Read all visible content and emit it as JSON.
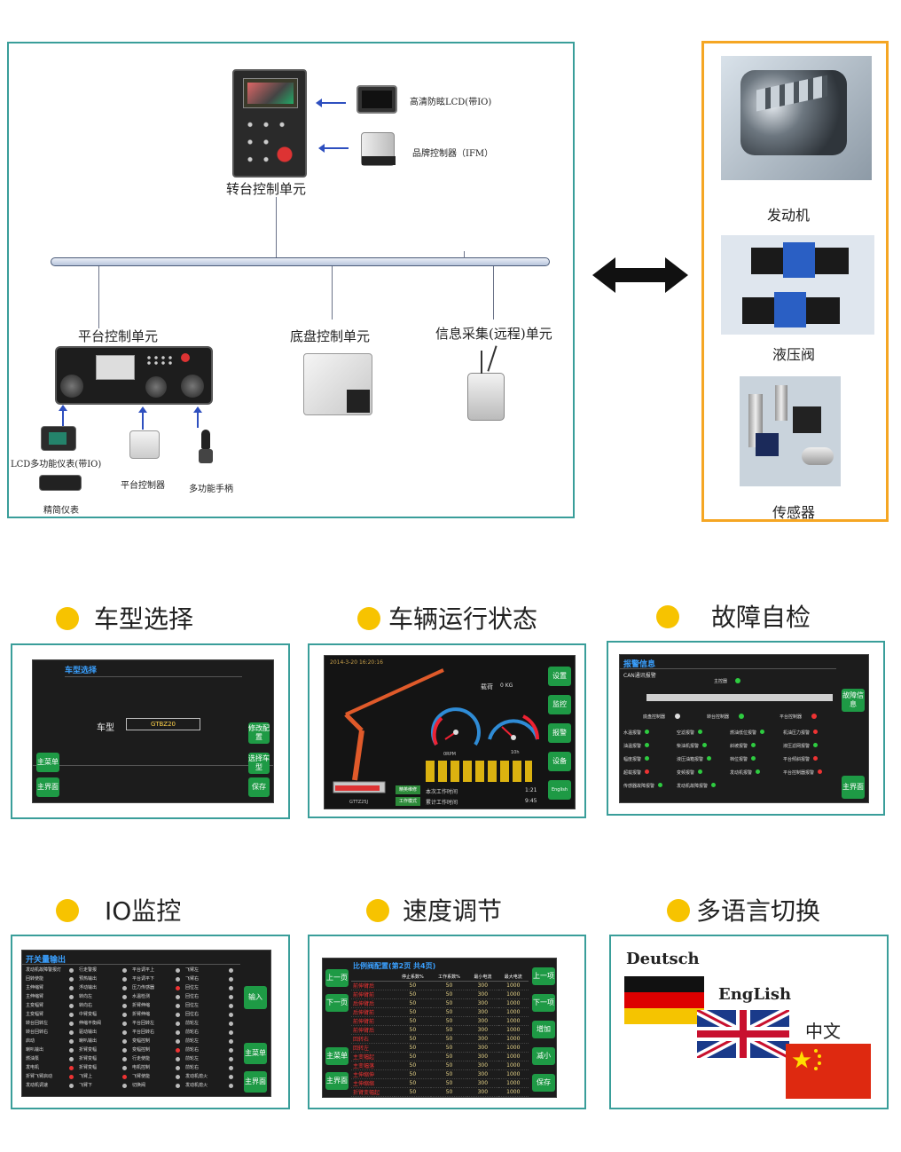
{
  "architecture": {
    "turret_unit": "转台控制单元",
    "hd_lcd": "高清防眩LCD(带IO)",
    "brand_controller": "品牌控制器（IFM）",
    "platform_unit": "平台控制单元",
    "chassis_unit": "底盘控制单元",
    "info_unit": "信息采集(远程)单元",
    "lcd_meter": "LCD多功能仪表(带IO)",
    "simple_meter": "精简仪表",
    "platform_controller": "平台控制器",
    "joystick": "多功能手柄"
  },
  "components": {
    "engine": "发动机",
    "valve": "液压阀",
    "sensor": "传感器"
  },
  "features": [
    {
      "title": "车型选择"
    },
    {
      "title": "车辆运行状态"
    },
    {
      "title": "故障自检"
    },
    {
      "title": "IO监控"
    },
    {
      "title": "速度调节"
    },
    {
      "title": "多语言切换"
    }
  ],
  "screen_model": {
    "title": "车型选择",
    "field_label": "车型",
    "field_value": "GTBZ20",
    "btn_modify": "修改配置",
    "btn_select": "选择车型",
    "btn_save": "保存",
    "btn_main_menu": "主菜单",
    "btn_main_screen": "主界面"
  },
  "screen_status": {
    "datetime": "2014-3-20 16:20:16",
    "load": "载荷",
    "load_value": "0 KG",
    "rpm_label": "0RPM",
    "gauge2": "10h",
    "model": "GTTZ25J",
    "tab1": "精英维修",
    "tab2": "工作模式",
    "work_time": "本次工作时间",
    "work_time_value": "1:21",
    "total_time": "累计工作时间",
    "total_time_value": "9:45",
    "btn_settings": "设置",
    "btn_monitor": "监控",
    "btn_alarm": "报警",
    "btn_device": "设备",
    "btn_english": "English"
  },
  "screen_fault": {
    "title": "报警信息",
    "subtitle": "CAN通讯报警",
    "btn_fault": "故障信息",
    "btn_main": "主界面",
    "node_top": "主控器",
    "node_left": "底盘控制器",
    "node_mid": "转台控制器",
    "node_right": "平台控制器",
    "items": [
      "水温报警",
      "空滤报警",
      "燃油低位报警",
      "机油压力报警",
      "油温报警",
      "柴油机报警",
      "斜坡报警",
      "液压滤网报警",
      "幅度报警",
      "液压油箱报警",
      "档位报警",
      "平台倾斜报警",
      "超载报警",
      "变频报警",
      "发动机报警",
      "平台控制器报警",
      "传感器故障报警",
      "发动机故障报警"
    ]
  },
  "screen_io": {
    "title": "开关量输出",
    "btn_input": "输入",
    "btn_main_menu": "主菜单",
    "btn_main_screen": "主界面",
    "col1": [
      "发动机故障警报灯",
      "回转使能",
      "主伸缩臂",
      "主伸缩臂",
      "主变幅臂",
      "主变幅臂",
      "转台回转左",
      "转台回转右",
      "启动",
      "喇叭输出",
      "燃油泵",
      "发电机",
      "折臂飞臂启动",
      "发动机调速"
    ],
    "col2": [
      "行走警报",
      "预热输出",
      "浮动输出",
      "转向左",
      "转向右",
      "中臂变幅",
      "伸缩平衡阀",
      "驱动输出",
      "喇叭输出",
      "折臂变幅",
      "折臂变幅",
      "折臂变幅",
      "飞臂上",
      "飞臂下"
    ],
    "col3": [
      "平台调平上",
      "平台调平下",
      "压力传感器",
      "水温检测",
      "折臂伸缩",
      "折臂伸缩",
      "平台回转左",
      "平台回转右",
      "变幅控制",
      "变幅控制",
      "行走使能",
      "电机控制",
      "飞臂使能",
      "切换阀"
    ],
    "col4": [
      "飞臂左",
      "飞臂右",
      "回位左",
      "回位右",
      "回位左",
      "回位右",
      "前轮左",
      "前轮右",
      "前轮左",
      "前轮右",
      "前轮左",
      "前轮右",
      "发动机熄火",
      "发动机熄火"
    ]
  },
  "screen_speed": {
    "title": "比例阀配置(第2页 共4页)",
    "headers": [
      "",
      "停止系数%",
      "工作系数%",
      "最小电流",
      "最大电流"
    ],
    "rows": [
      [
        "前伸臂后",
        "50",
        "50",
        "300",
        "1000"
      ],
      [
        "前伸臂前",
        "50",
        "50",
        "300",
        "1000"
      ],
      [
        "后伸臂后",
        "50",
        "50",
        "300",
        "1000"
      ],
      [
        "后伸臂前",
        "50",
        "50",
        "300",
        "1000"
      ],
      [
        "前伸臂前",
        "50",
        "50",
        "300",
        "1000"
      ],
      [
        "前伸臂后",
        "50",
        "50",
        "300",
        "1000"
      ],
      [
        "回转右",
        "50",
        "50",
        "300",
        "1000"
      ],
      [
        "回转左",
        "50",
        "50",
        "300",
        "1000"
      ],
      [
        "主变幅起",
        "50",
        "50",
        "300",
        "1000"
      ],
      [
        "主变幅落",
        "50",
        "50",
        "300",
        "1000"
      ],
      [
        "主伸缩伸",
        "50",
        "50",
        "300",
        "1000"
      ],
      [
        "主伸缩缩",
        "50",
        "50",
        "300",
        "1000"
      ],
      [
        "折臂变幅起",
        "50",
        "50",
        "300",
        "1000"
      ],
      [
        "折臂变幅落",
        "50",
        "50",
        "300",
        "1000"
      ]
    ],
    "btn_prev_page": "上一页",
    "btn_next_page": "下一页",
    "btn_prev_item": "上一项",
    "btn_next_item": "下一项",
    "btn_increase": "增加",
    "btn_decrease": "减小",
    "btn_save": "保存",
    "btn_main_menu": "主菜单",
    "btn_main_screen": "主界面"
  },
  "languages": {
    "german": "Deutsch",
    "english": "EngLish",
    "chinese": "中文"
  },
  "colors": {
    "teal_border": "#3a9e9a",
    "orange_border": "#f5a623",
    "yellow_dot": "#f7c300",
    "screen_bg": "#1c1c1c",
    "button_green": "#1e9a45"
  }
}
